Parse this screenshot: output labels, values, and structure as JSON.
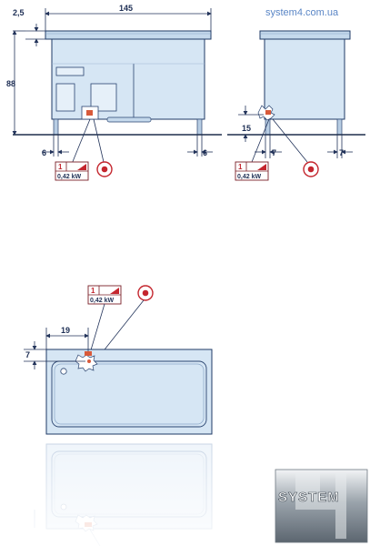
{
  "watermark": "system4.com.ua",
  "dimensions": {
    "width": "145",
    "top": "2,5",
    "height": "88",
    "left_offset": "6",
    "right_offset": "6",
    "side_height": "15",
    "side_left": "7",
    "side_right": "7",
    "plan_x": "19",
    "plan_y": "7"
  },
  "connection": {
    "phase": "1",
    "power": "0,42 kW"
  },
  "logo": {
    "text": "SYSTEM",
    "numeral": "4"
  },
  "colors": {
    "body_fill": "#d6e6f4",
    "top_fill": "#c5d9ec",
    "outline": "#1f3a66",
    "accent_red": "#c4262e",
    "ground": "#1f2f4c"
  }
}
